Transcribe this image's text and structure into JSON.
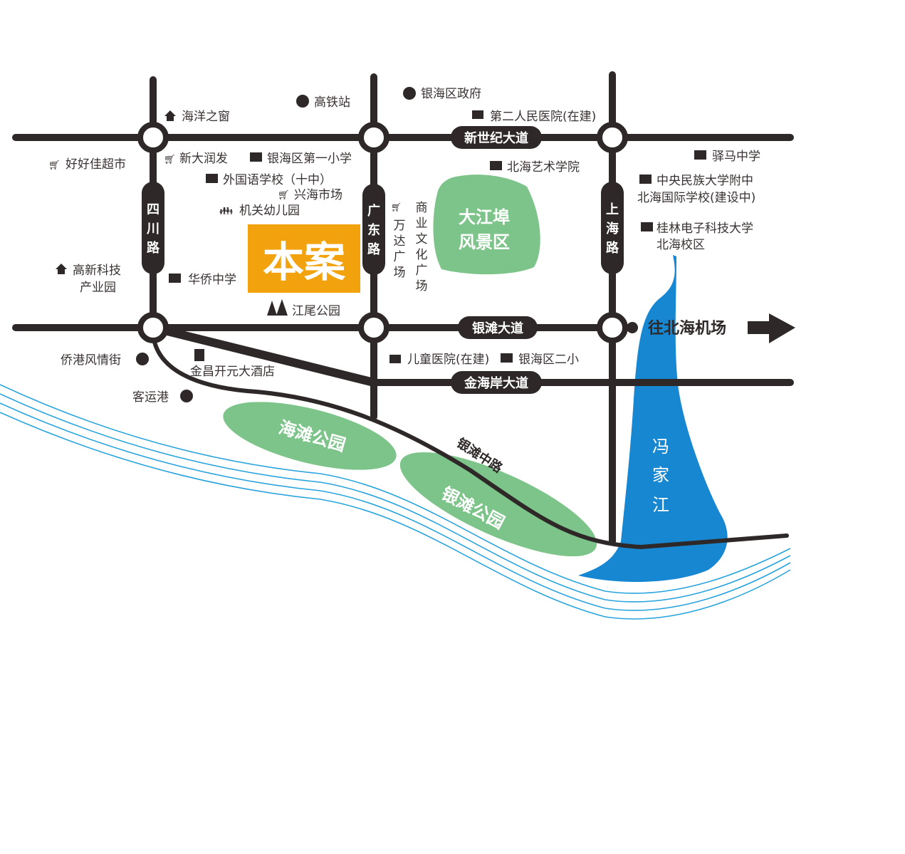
{
  "colors": {
    "road": "#2f2828",
    "park": "#7dc48a",
    "river": "#1787d1",
    "project": "#f2a20c",
    "wave": "#2aa4dc"
  },
  "project_label": "本案",
  "roads": {
    "sichuan": [
      "四",
      "川",
      "路"
    ],
    "guangdong": [
      "广",
      "东",
      "路"
    ],
    "shanghai": [
      "上",
      "海",
      "路"
    ],
    "xinshiji": "新世纪大道",
    "yintan": "银滩大道",
    "jinhaian": "金海岸大道",
    "yintan_middle": "银滩中路"
  },
  "parks": {
    "dajiangbu": [
      "大江埠",
      "风景区"
    ],
    "haitan": "海滩公园",
    "yintan": "银滩公园"
  },
  "river": [
    "冯",
    "家",
    "江"
  ],
  "airport": "往北海机场",
  "pois": {
    "gaotiezhan": "高铁站",
    "yinhai_gov": "银海区政府",
    "haiyang": "海洋之窗",
    "second_hospital": "第二人民医院(在建)",
    "haohaojia": "好好佳超市",
    "xindarunfa": "新大润发",
    "first_primary": "银海区第一小学",
    "foreign_lang": "外国语学校（十中）",
    "xinghai_market": "兴海市场",
    "jiguan_kinder": "机关幼儿园",
    "wanda": [
      "万",
      "达",
      "广",
      "场"
    ],
    "commercial": [
      "商",
      "业",
      "文",
      "化",
      "广",
      "场"
    ],
    "art_college": "北海艺术学院",
    "yima": "驿马中学",
    "minzu": [
      "中央民族大学附中",
      "北海国际学校(建设中)"
    ],
    "guilin_uni": [
      "桂林电子科技大学",
      "北海校区"
    ],
    "hightech": [
      "高新科技",
      "产业园"
    ],
    "huaqiao": "华侨中学",
    "jiangwei_park": "江尾公园",
    "qiaogang": "侨港风情街",
    "jinchang_hotel": "金昌开元大酒店",
    "keyungang": "客运港",
    "children_hospital": "儿童医院(在建)",
    "second_primary": "银海区二小"
  }
}
